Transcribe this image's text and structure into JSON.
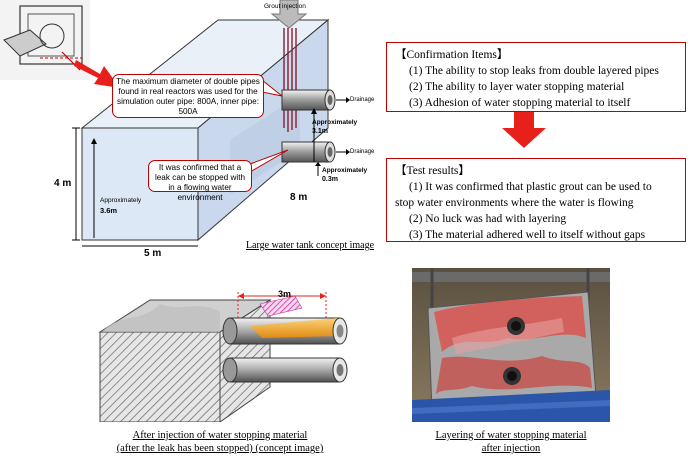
{
  "tank": {
    "grout_label": "Grout injection",
    "callout_pipes": "The maximum diameter of double pipes found in real reactors was used for the simulation outer pipe: 800A, inner pipe: 500A",
    "callout_leak": "It was confirmed that a leak can be stopped with in a flowing water environment",
    "drainage_top": "Drainage",
    "drainage_bottom": "Drainage",
    "approx_label_top": "Approximately",
    "approx_value_top": "3.1m",
    "approx_label_bottom": "Approximately",
    "approx_value_bottom": "0.3m",
    "approx_label_left": "Approximately",
    "approx_value_left": "3.6m",
    "height_dim": "4 m",
    "depth_dim": "8 m",
    "width_dim": "5 m",
    "caption": "Large water tank concept image"
  },
  "confirmation": {
    "heading": "【Confirmation Items】",
    "items": [
      "(1) The ability to stop leaks from double layered pipes",
      "(2) The ability to layer water stopping material",
      "(3) Adhesion of water stopping material to itself"
    ]
  },
  "results": {
    "heading": "【Test results】",
    "line1": "(1) It was confirmed that plastic grout can be used to",
    "line1b": "stop water environments where the water is flowing",
    "line2": "(2) No luck was had with layering",
    "line3": "(3) The material adhered well to itself without gaps"
  },
  "injection_image": {
    "dim_label": "3m",
    "caption_line1": "After injection of water stopping material",
    "caption_line2": "(after the leak has been stopped) (concept image)"
  },
  "photo": {
    "caption_line1": "Layering of water stopping material",
    "caption_line2": "after injection"
  },
  "colors": {
    "accent_red": "#e8201c",
    "border_red": "#c00000",
    "tank_blue": "#dde8f6",
    "grout_orange": "#f0a020",
    "hatch_magenta": "#cc33aa"
  }
}
